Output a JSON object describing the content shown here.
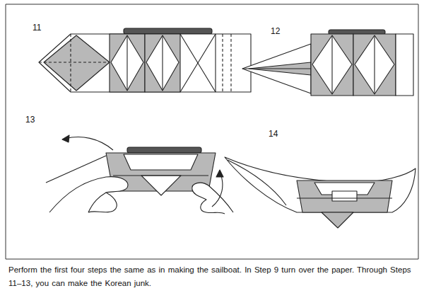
{
  "diagram": {
    "caption": "Perform the first four steps the same as in making the sailboat.  In Step 9 turn over the paper. Through Steps 11–13, you can make the Korean junk.",
    "labels": [
      "11",
      "12",
      "13",
      "14"
    ]
  }
}
